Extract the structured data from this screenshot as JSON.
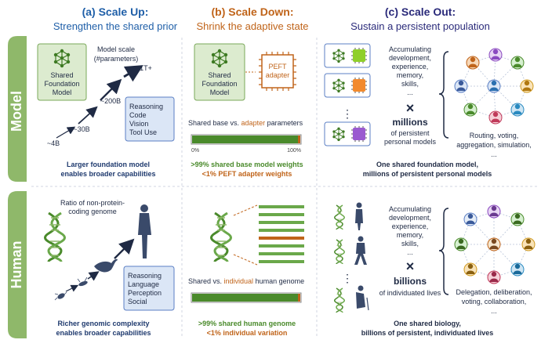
{
  "columns": {
    "a": {
      "title": "(a) Scale Up:",
      "subtitle": "Strengthen the shared prior",
      "color": "#1f5fa8"
    },
    "b": {
      "title": "(b) Scale Down:",
      "subtitle": "Shrink the adaptive state",
      "color": "#c0641a"
    },
    "c": {
      "title": "(c) Scale Out:",
      "subtitle": "Sustain a persistent population",
      "color": "#2a2a7a"
    }
  },
  "rows": {
    "model": {
      "label": "Model"
    },
    "human": {
      "label": "Human"
    }
  },
  "model_row": {
    "a": {
      "foundation_line1": "Shared",
      "foundation_line2": "Foundation",
      "foundation_line3": "Model",
      "scale_label1": "Model scale",
      "scale_label2": "(#parameters)",
      "steps": [
        "~4B",
        "~30B",
        "~200B",
        "1T+"
      ],
      "capabilities": [
        "Reasoning",
        "Code",
        "Vision",
        "Tool Use"
      ],
      "caption1": "Larger foundation model",
      "caption2": "enables broader capabilities"
    },
    "b": {
      "foundation_line1": "Shared",
      "foundation_line2": "Foundation",
      "foundation_line3": "Model",
      "adapter_line1": "PEFT",
      "adapter_line2": "adapter",
      "bar_label_prefix": "Shared base vs. ",
      "bar_label_highlight": "adapter",
      "bar_label_suffix": " parameters",
      "bar_min": "0%",
      "bar_max": "100%",
      "bar_fraction": 0.99,
      "caption1": ">99% shared base model weights",
      "caption2": "<1% PEFT adapter weights"
    },
    "c": {
      "accum": [
        "Accumulating",
        "development,",
        "experience,",
        "memory,",
        "skills,",
        "..."
      ],
      "times": "×",
      "count": "millions",
      "of_line1": "of persistent",
      "of_line2": "personal models",
      "ellipsis": "⋮",
      "right_line1": "Routing, voting,",
      "right_line2": "aggregation, simulation,",
      "right_line3": "...",
      "caption1": "One shared foundation model,",
      "caption2": "millions of persistent personal models"
    }
  },
  "human_row": {
    "a": {
      "ratio_line1": "Ratio of non-protein-",
      "ratio_line2": "coding genome",
      "capabilities": [
        "Reasoning",
        "Language",
        "Perception",
        "Social"
      ],
      "caption1": "Richer genomic complexity",
      "caption2": "enables broader capabilities"
    },
    "b": {
      "bar_label_prefix": "Shared vs. ",
      "bar_label_highlight": "individual",
      "bar_label_suffix": " human genome",
      "bar_fraction": 0.99,
      "caption1": ">99% shared human genome",
      "caption2": "<1% individual variation"
    },
    "c": {
      "accum": [
        "Accumulating",
        "development,",
        "experience,",
        "memory,",
        "skills,",
        "..."
      ],
      "times": "×",
      "count": "billions",
      "of_line1": "of individuated lives",
      "ellipsis": "⋮",
      "right_line1": "Delegation, deliberation,",
      "right_line2": "voting, collaboration,",
      "right_line3": "...",
      "caption1": "One shared biology,",
      "caption2": "billions of persistent, individuated lives"
    }
  },
  "colors": {
    "sidebar_green": "#8fb86a",
    "box_green": "#dcebcf",
    "box_green_border": "#7aa85a",
    "box_blue": "#dbe6f6",
    "box_blue_border": "#5b7fc4",
    "bar_green": "#4a8a2b",
    "bar_orange": "#c0641a",
    "text_navy": "#1f3a6e"
  }
}
